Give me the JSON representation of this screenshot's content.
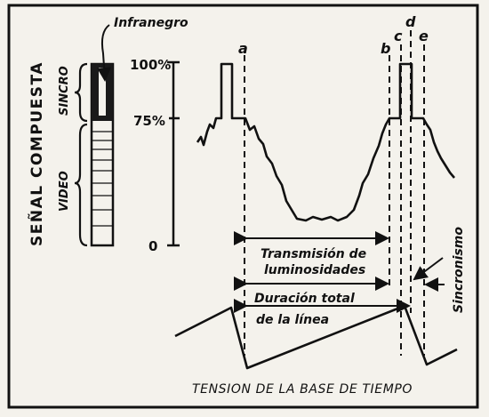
{
  "labels": {
    "infranegro": "Infranegro",
    "pct100": "100%",
    "pct75": "75%",
    "pct0": "0",
    "senal_compuesta": "SEÑAL COMPUESTA",
    "sincro": "SINCRO",
    "video": "VIDEO",
    "a": "a",
    "b": "b",
    "c": "c",
    "d": "d",
    "e": "e",
    "transmision_1": "Transmisión de",
    "transmision_2": "luminosidades",
    "duracion_1": "Duración total",
    "duracion_2": "de la línea",
    "sincronismo": "Sincronismo",
    "tension": "TENSION DE LA BASE DE TIEMPO"
  },
  "colors": {
    "ink": "#111111",
    "paper": "#f4f2ec"
  }
}
